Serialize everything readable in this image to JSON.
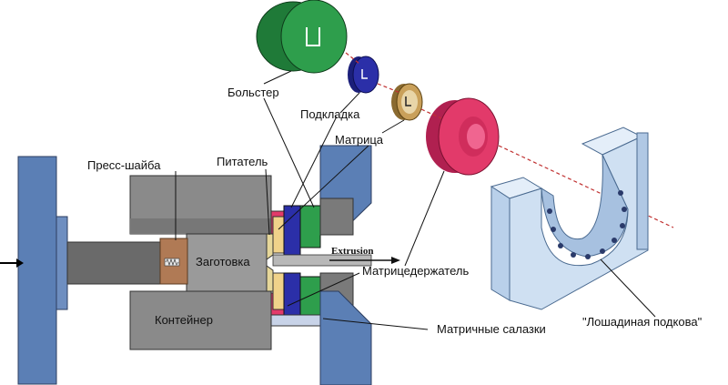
{
  "labels": {
    "bolster": "Больстер",
    "backer": "Подкладка",
    "die": "Матрица",
    "pusher": "Пресс-шайба",
    "feeder": "Питатель",
    "billet": "Заготовка",
    "extrusion": "Extrusion",
    "die_holder": "Матрицедержатель",
    "container": "Контейнер",
    "die_slide": "Матричные салазки",
    "horseshoe": "\"Лошадиная подкова\""
  },
  "colors": {
    "steel_blue": "#5b7fb5",
    "container_gray": "#8a8a8a",
    "ram_gray": "#666666",
    "bolster_green": "#2e9e4c",
    "backer_blue": "#2b2fa8",
    "die_tan": "#c9a05a",
    "holder_pink": "#e23a6a",
    "horseshoe_light": "#cfe0f2",
    "pusher_brown": "#b07a55"
  }
}
